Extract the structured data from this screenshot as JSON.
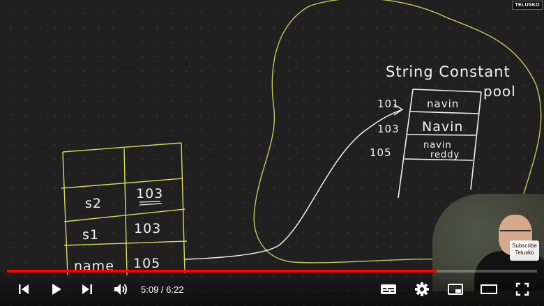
{
  "watermark": "TELUSKO",
  "board": {
    "pool_title_line1": "String Constant",
    "pool_title_line2": "pool",
    "pool_addresses": [
      "101",
      "103",
      "105"
    ],
    "pool_values": [
      "navin",
      "Navin",
      "navin",
      "reddy"
    ],
    "stack_vars": [
      "s2",
      "s1",
      "name"
    ],
    "stack_refs": [
      "103",
      "103",
      "105"
    ]
  },
  "overlay": {
    "subscribe_line1": "Subscribe",
    "subscribe_line2": "Telusko"
  },
  "player": {
    "current_time": "5:09",
    "separator": " / ",
    "duration": "6:22",
    "progress_fraction": 0.81,
    "progress_color": "#ff0000"
  },
  "icons": [
    "previous-icon",
    "play-icon",
    "next-icon",
    "volume-icon",
    "captions-icon",
    "settings-gear-icon",
    "miniplayer-icon",
    "theater-mode-icon",
    "fullscreen-icon"
  ]
}
